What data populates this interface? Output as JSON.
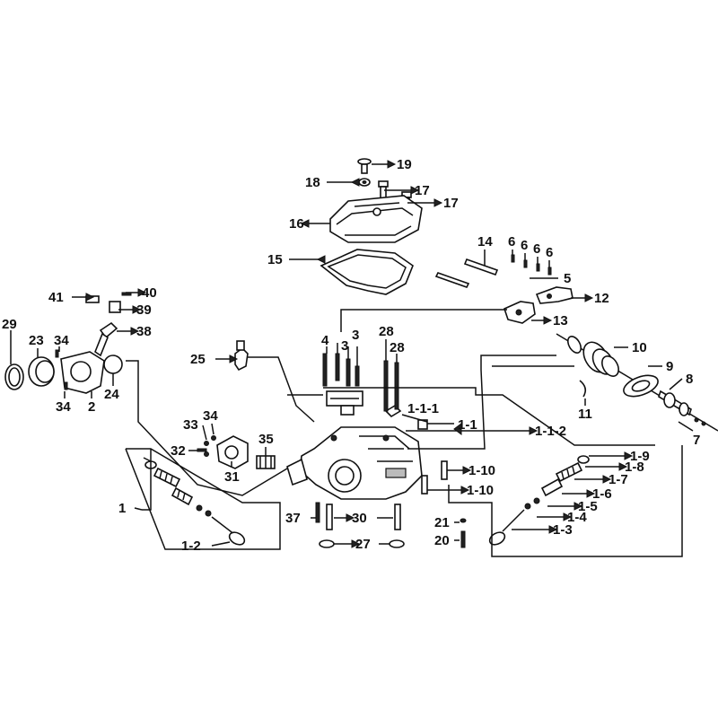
{
  "diagram": {
    "labels": {
      "p1": "1",
      "p1_1": "1-1",
      "p1_1_1": "1-1-1",
      "p1_1_2": "1-1-2",
      "p1_2": "1-2",
      "p1_3": "1-3",
      "p1_4": "1-4",
      "p1_5": "1-5",
      "p1_6": "1-6",
      "p1_7": "1-7",
      "p1_8": "1-8",
      "p1_9": "1-9",
      "p1_10a": "1-10",
      "p1_10b": "1-10",
      "p2": "2",
      "p3a": "3",
      "p3b": "3",
      "p4": "4",
      "p5": "5",
      "p6a": "6",
      "p6b": "6",
      "p6c": "6",
      "p6d": "6",
      "p7": "7",
      "p8": "8",
      "p9": "9",
      "p10": "10",
      "p11": "11",
      "p12": "12",
      "p13": "13",
      "p14": "14",
      "p15": "15",
      "p16": "16",
      "p17a": "17",
      "p17b": "17",
      "p18": "18",
      "p19": "19",
      "p20": "20",
      "p21": "21",
      "p23": "23",
      "p24": "24",
      "p25": "25",
      "p27": "27",
      "p28a": "28",
      "p28b": "28",
      "p29": "29",
      "p30": "30",
      "p31": "31",
      "p32": "32",
      "p33": "33",
      "p34a": "34",
      "p34b": "34",
      "p34c": "34",
      "p35": "35",
      "p37": "37",
      "p38": "38",
      "p39": "39",
      "p40": "40",
      "p41": "41"
    }
  }
}
